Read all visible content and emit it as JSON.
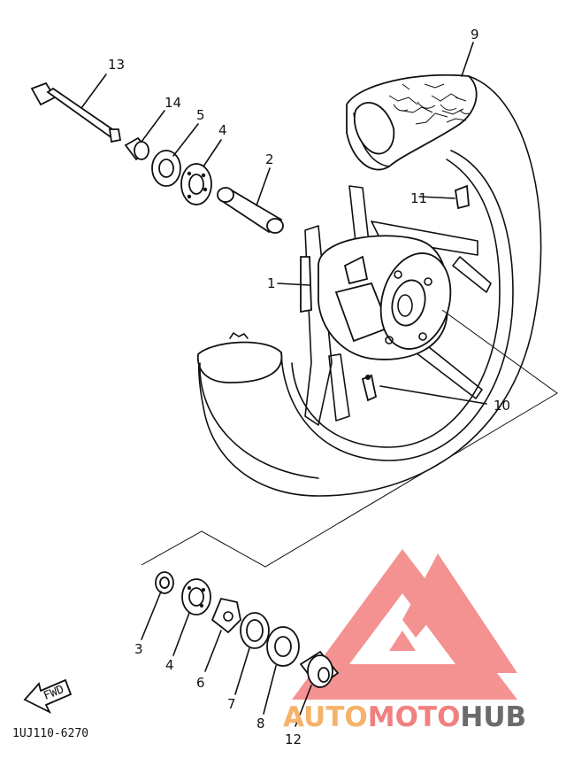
{
  "callouts": [
    "1",
    "2",
    "3",
    "4",
    "4",
    "5",
    "6",
    "7",
    "8",
    "9",
    "10",
    "11",
    "12",
    "13",
    "14"
  ],
  "diagram_code": "1UJ110-6270",
  "fwd_label": "FWD",
  "watermark": {
    "part1": "AUTO",
    "part2": "MOTO",
    "part3": "HUB",
    "color_auto": "#f6b26b",
    "color_moto": "#f08080",
    "color_hub": "#6b6b6b",
    "logo_color": "#f37f7f"
  }
}
